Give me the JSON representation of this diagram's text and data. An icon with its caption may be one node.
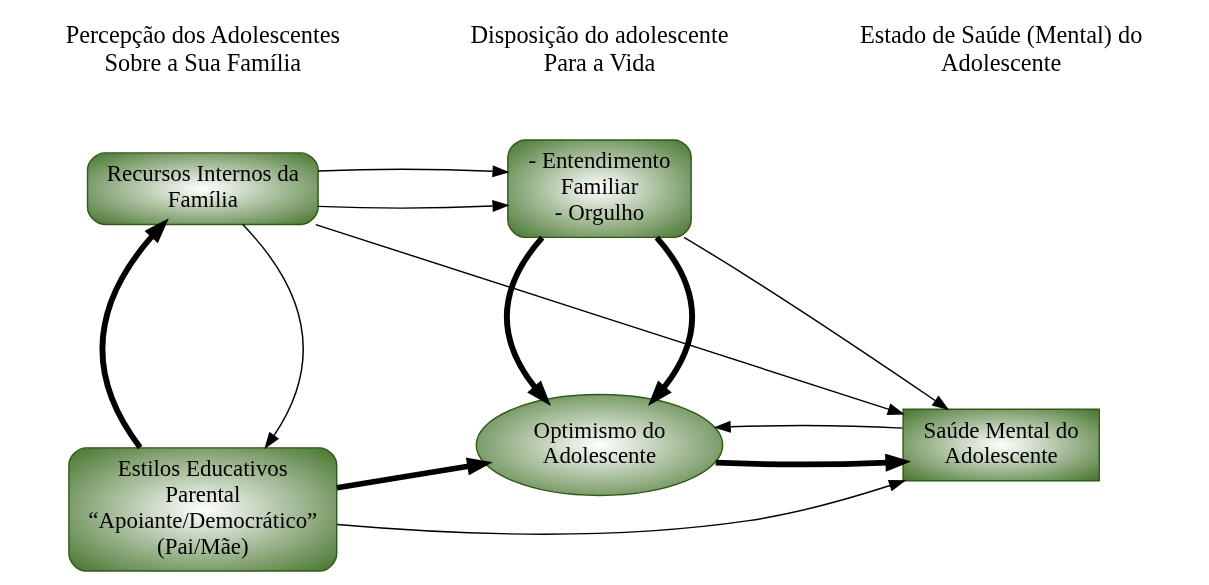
{
  "diagram": {
    "nodes": [
      {
        "text": [
          "Recursos Internos da Família"
        ]
      },
      {
        "text": [
          "- Entendimento Familiar",
          "- Orgulho"
        ]
      },
      {
        "text": [
          "Optimismo do Adolescente"
        ]
      },
      {
        "text": [
          "Saúde Mental do Adolescente"
        ]
      },
      {
        "text": [
          "Estilos Educativos Parental “Apoiante/Democrático” (Pai/Mãe)"
        ]
      }
    ],
    "edges": [
      {
        "from": 0,
        "to": 3,
        "arrow": "to"
      },
      {
        "from": 0,
        "to": 1,
        "arrow": "to"
      },
      {
        "from": 0,
        "to": 1,
        "arrow": "to"
      },
      {
        "from": 0,
        "to": 4,
        "arrow": "to"
      },
      {
        "from": 4,
        "to": 0,
        "arrow": "to",
        "style": "thick"
      },
      {
        "from": 1,
        "to": 3,
        "arrow": "to"
      },
      {
        "from": 1,
        "to": 2,
        "arrow": "to",
        "style": "thick"
      },
      {
        "from": 1,
        "to": 2,
        "arrow": "to",
        "style": "thick"
      },
      {
        "from": 4,
        "to": 2,
        "arrow": "to",
        "style": "thick"
      },
      {
        "from": 4,
        "to": 3,
        "arrow": "to"
      },
      {
        "from": 3,
        "to": 2,
        "arrow": "to"
      },
      {
        "from": 2,
        "to": 3,
        "arrow": "to",
        "style": "thick"
      }
    ],
    "labels": [
      "Percepção dos Adolescentes Sobre a Sua Família",
      "Disposição do adolescente Para a Vida",
      "Estado de Saúde (Mental) do Adolescente"
    ]
  }
}
